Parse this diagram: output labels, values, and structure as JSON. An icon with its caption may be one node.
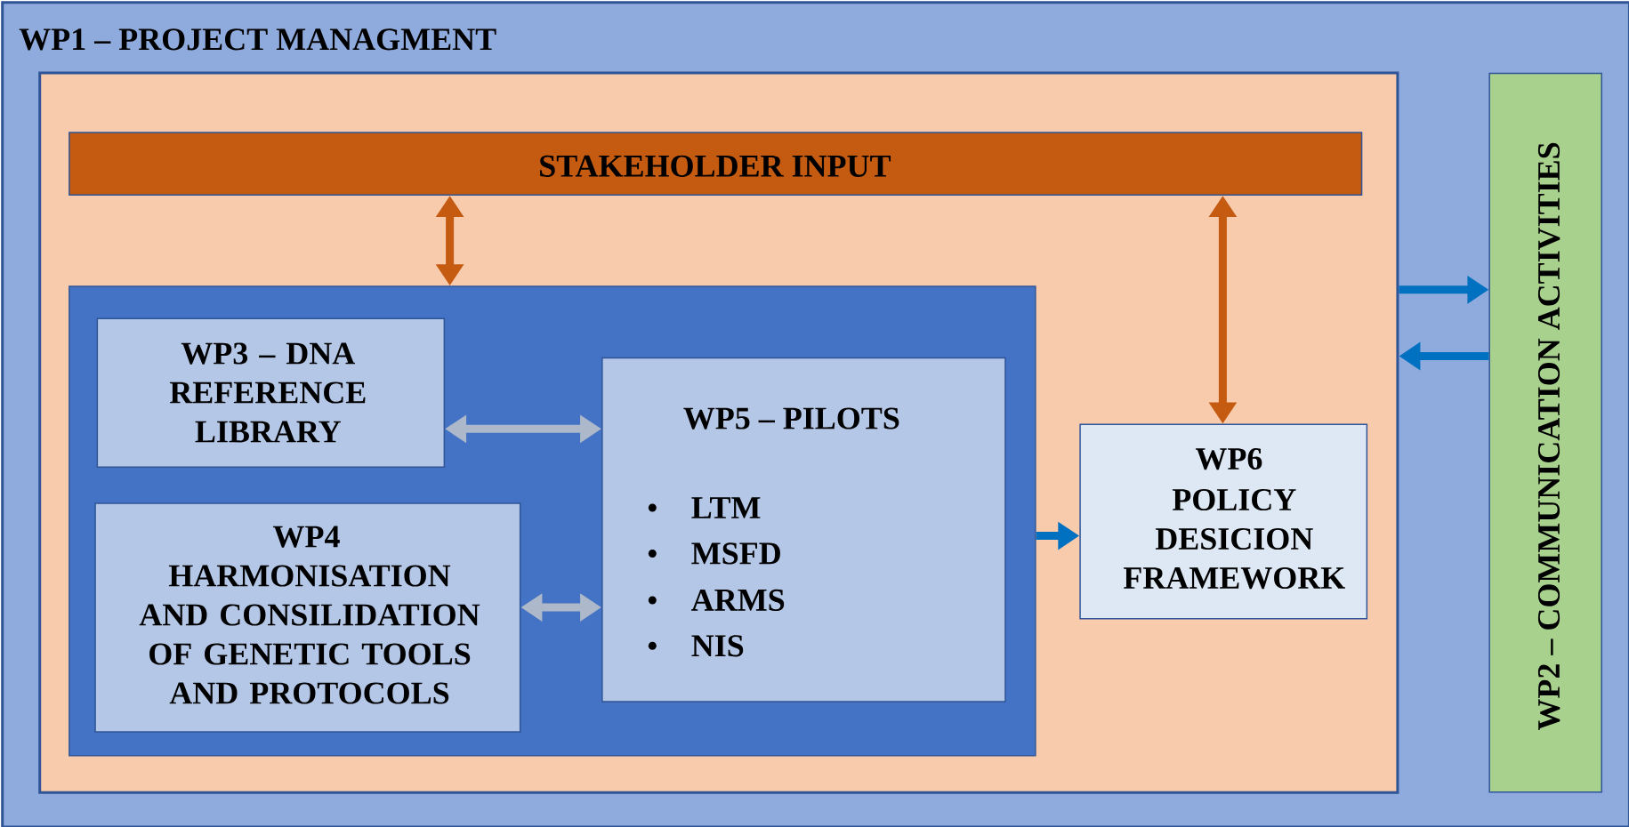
{
  "diagram": {
    "nodes": [
      {
        "text": [
          "WP1 – PROJECT MANAGMENT"
        ]
      },
      {
        "text": [],
        "shape": "box",
        "in": 0
      },
      {
        "text": [
          "STAKEHOLDER INPUT"
        ],
        "in": 1
      },
      {
        "text": [],
        "shape": "box",
        "in": 1
      },
      {
        "text": [
          "WP3 – DNA REFERENCE LIBRARY"
        ],
        "in": 3
      },
      {
        "text": [
          "WP4",
          "HARMONISATION AND CONSILIDATION OF GENETIC TOOLS AND PROTOCOLS"
        ],
        "in": 3
      },
      {
        "text": [
          "WP5 – PILOTS",
          "LTM",
          "MSFD",
          "ARMS",
          "NIS"
        ],
        "in": 3
      },
      {
        "text": [
          "WP6",
          "POLICY DESICION FRAMEWORK"
        ],
        "in": 1
      },
      {
        "text": [
          "WP2 – COMMUNICATION ACTIVITIES"
        ],
        "in": 0
      }
    ],
    "edges": [
      {
        "from": 2,
        "to": 3,
        "arrow": "both",
        "color": "#c55a11"
      },
      {
        "from": 2,
        "to": 7,
        "arrow": "both",
        "color": "#c55a11"
      },
      {
        "from": 4,
        "to": 6,
        "arrow": "both",
        "color": "#adb9ca"
      },
      {
        "from": 5,
        "to": 6,
        "arrow": "both",
        "color": "#adb9ca"
      },
      {
        "from": 3,
        "to": 7,
        "arrow": "to",
        "color": "#0070c0"
      },
      {
        "from": 1,
        "to": 8,
        "arrow": "to",
        "color": "#0070c0"
      },
      {
        "from": 8,
        "to": 1,
        "arrow": "to",
        "color": "#0070c0"
      }
    ]
  }
}
